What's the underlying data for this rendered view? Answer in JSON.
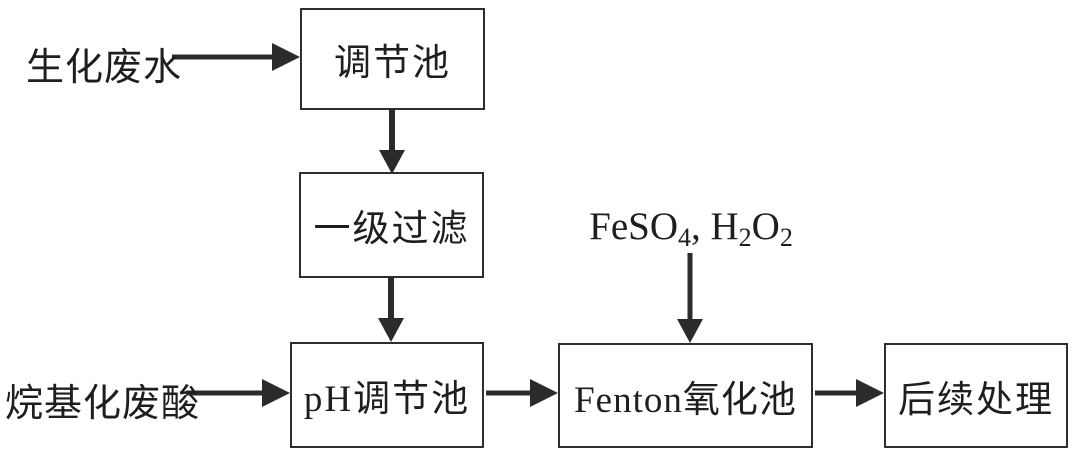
{
  "diagram": {
    "type": "flowchart",
    "subject": "wastewater treatment process",
    "nodes": [
      {
        "id": "regulating-tank",
        "label": "调节池"
      },
      {
        "id": "primary-filtration",
        "label": "一级过滤"
      },
      {
        "id": "ph-regulating-tank",
        "label": "pH调节池"
      },
      {
        "id": "fenton-oxidation-tank",
        "label": "Fenton氧化池"
      },
      {
        "id": "subsequent-treatment",
        "label": "后续处理"
      }
    ],
    "sources": [
      {
        "id": "biochemical-wastewater",
        "label": "生化废水"
      },
      {
        "id": "alkylation-waste-acid",
        "label": "烷基化废酸"
      }
    ],
    "reagent": {
      "text": "FeSO₄, H₂O₂",
      "p1": "FeSO",
      "s1": "4",
      "p2": ", H",
      "s2": "2",
      "p3": "O",
      "s3": "2"
    },
    "edges": [
      {
        "from": "生化废水",
        "to": "调节池"
      },
      {
        "from": "调节池",
        "to": "一级过滤"
      },
      {
        "from": "一级过滤",
        "to": "pH调节池"
      },
      {
        "from": "烷基化废酸",
        "to": "pH调节池"
      },
      {
        "from": "pH调节池",
        "to": "Fenton氧化池"
      },
      {
        "from": "FeSO₄, H₂O₂",
        "to": "Fenton氧化池"
      },
      {
        "from": "Fenton氧化池",
        "to": "后续处理"
      }
    ]
  },
  "colors": {
    "background": "#ffffff",
    "line": "#2b2b2b",
    "box_border": "#2e2e2e",
    "text": "#1e1e1e"
  }
}
